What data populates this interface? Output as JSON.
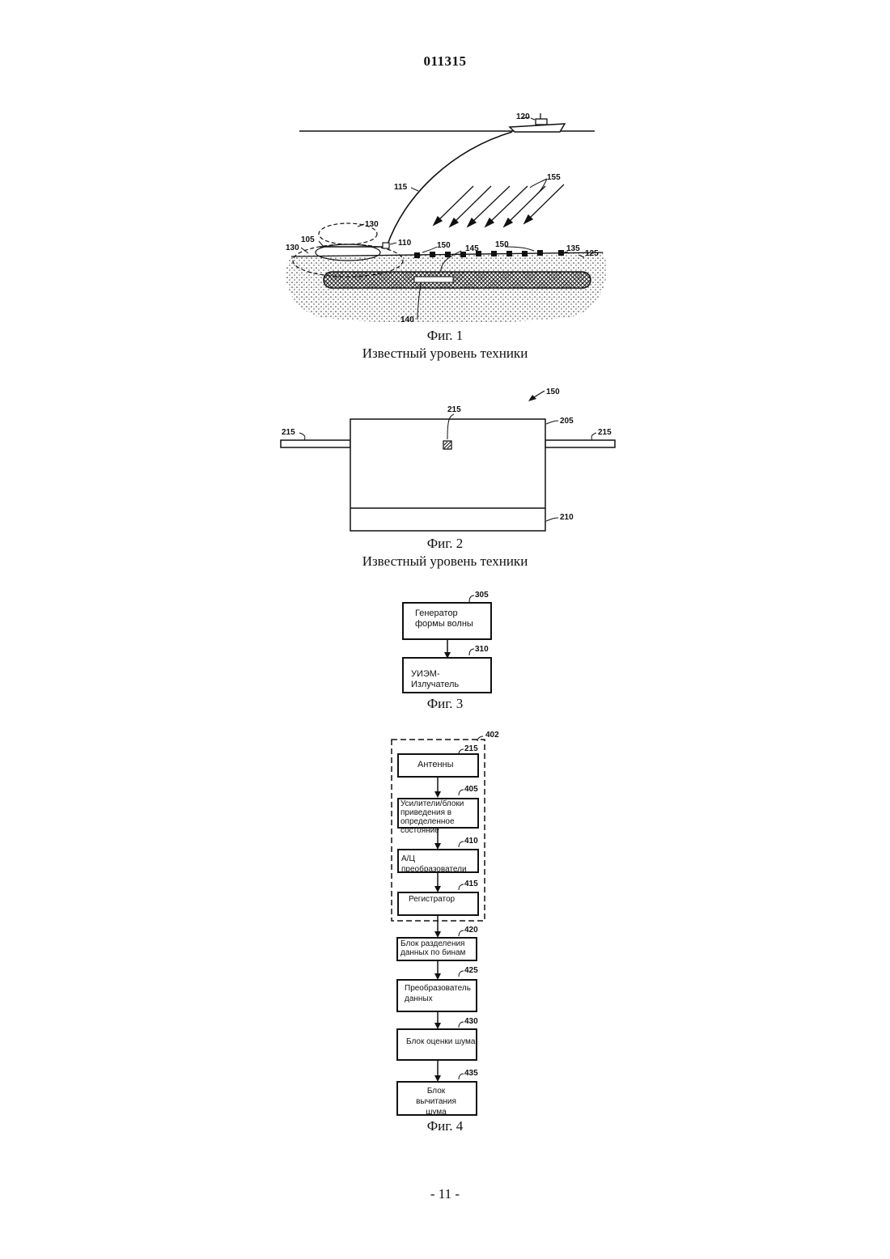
{
  "header": {
    "doc_number": "011315"
  },
  "footer": {
    "page_number": "- 11 -"
  },
  "fig1": {
    "caption": "Фиг. 1",
    "subcaption": "Известный уровень техники",
    "labels": {
      "l120": "120",
      "l115": "115",
      "l155": "155",
      "l130a": "130",
      "l130b": "130",
      "l105": "105",
      "l110": "110",
      "l150a": "150",
      "l145": "145",
      "l150b": "150",
      "l135": "135",
      "l125": "125",
      "l140": "140"
    }
  },
  "fig2": {
    "caption": "Фиг. 2",
    "subcaption": "Известный уровень техники",
    "labels": {
      "l150": "150",
      "l215a": "215",
      "l215b": "215",
      "l215c": "215",
      "l205": "205",
      "l210": "210"
    }
  },
  "fig3": {
    "caption": "Фиг. 3",
    "blocks": [
      {
        "id": "305",
        "text": "Генератор формы волны"
      },
      {
        "id": "310",
        "text": "УИЭМ-Излучатель"
      }
    ]
  },
  "fig4": {
    "caption": "Фиг. 4",
    "group_id": "402",
    "blocks": [
      {
        "id": "215",
        "text": "Антенны"
      },
      {
        "id": "405",
        "text": "Усилители/блоки приведения в определенное состояние"
      },
      {
        "id": "410",
        "text": "А/Ц преобразователи"
      },
      {
        "id": "415",
        "text": "Регистратор"
      },
      {
        "id": "420",
        "text": "Блок разделения данных по бинам"
      },
      {
        "id": "425",
        "text": "Преобразователь данных"
      },
      {
        "id": "430",
        "text": "Блок оценки шума"
      },
      {
        "id": "435",
        "text": "Блок вычитания шума"
      }
    ]
  }
}
